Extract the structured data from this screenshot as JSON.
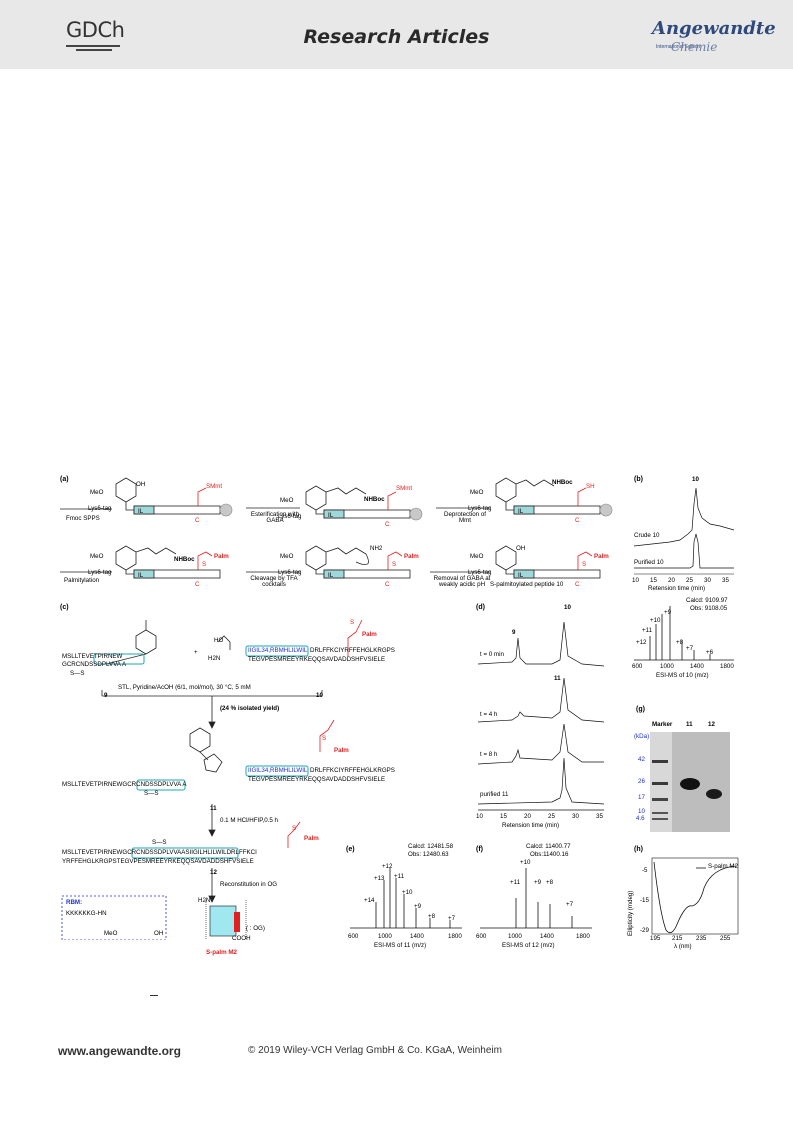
{
  "header": {
    "left_logo": "GDCh",
    "title": "Research Articles",
    "right_logo": "Angewandte",
    "right_logo_sub": "Chemie",
    "right_logo_edition": "International Edition"
  },
  "figure": {
    "panel_a": {
      "label": "(a)",
      "steps": [
        "Fmoc SPPS",
        "Esterification with GABA",
        "Deprotection of Mmt",
        "Palmitylation",
        "Cleavage by TFA cocktails",
        "Removal of GABA at weakly acidic pH"
      ],
      "product": "S-palmitoylated peptide 10",
      "groups": {
        "meo": "MeO",
        "oh": "OH",
        "lys": "Lys6-tag",
        "smmt": "SMmt",
        "sh": "SH",
        "nhboc": "NHBoc",
        "nh2": "NH2",
        "palm": "Palm",
        "s": "S",
        "il": "IL",
        "c": "C"
      }
    },
    "panel_b": {
      "label": "(b)",
      "peak_label": "10",
      "traces": [
        "Crude 10",
        "Purified 10"
      ],
      "xlabel": "Retension time (min)",
      "xticks": [
        "10",
        "15",
        "20",
        "25",
        "30",
        "35"
      ]
    },
    "panel_ms10": {
      "calcd": "Calcd: 9109.97",
      "obs": "Obs: 9108.05",
      "charges": [
        "+12",
        "+11",
        "+10",
        "+9",
        "+8",
        "+7",
        "+6"
      ],
      "xlabel": "ESI-MS of 10 (m/z)",
      "xticks": [
        "600",
        "1000",
        "1400",
        "1800"
      ]
    },
    "panel_c": {
      "label": "(c)",
      "seq9_line1": "MSLLTEVETPIRNEW",
      "seq9_line2": "GCRCNDSSDPLVVA A",
      "ss": "S—S",
      "seq10_ho": "HO",
      "seq10_h2n": "H2N",
      "seq10_box": "IIGIL34,RBMHLILWIL",
      "seq10_line1": "DRLFFKCIYRFFEHGLKRGPS",
      "seq10_line2": "TEGVPESMREEYRKEQQSAVDADDSHFVSIELE",
      "cmpd9": "9",
      "cmpd10": "10",
      "plus": "+",
      "conditions": "STL, Pyridine/AcOH (6/1, mol/mol), 30 °C, 5 mM",
      "yield": "(24 % isolated yield)",
      "seq11_line1": "TEGVPESMREEYRKEQQSAVDADDSHFVSIELE",
      "seq11_left": "MSLLTEVETPIRNEWGCRCNDSSDPLVVA A",
      "cmpd11": "11",
      "step2": "0.1 M HCl/HFIP,0.5 h",
      "seq12_line1": "MSLLTEVETPIRNEWGCRCNDSSDPLVVAASIIGILHLILWILDRLFFKCI",
      "seq12_line2": "YRFFEHGLKRGPSTEGVPESMREEYRKEQQSAVDADDSHFVSIELE",
      "cmpd12": "12",
      "step3": "Reconstitution in OG",
      "rbm_title": "RBM:",
      "rbm_seq": "KKKKKKG-HN",
      "og_legend": "( : OG)",
      "cooh": "COOH",
      "product_name": "S-palm M2"
    },
    "panel_d": {
      "label": "(d)",
      "peak9": "9",
      "peak10": "10",
      "peak11": "11",
      "traces": [
        "t = 0 min",
        "t = 4 h",
        "t = 8 h",
        "purified 11"
      ],
      "xlabel": "Retension time (min)",
      "xticks": [
        "10",
        "15",
        "20",
        "25",
        "30",
        "35"
      ]
    },
    "panel_e": {
      "label": "(e)",
      "calcd": "Calcd: 12481.58",
      "obs": "Obs: 12480.63",
      "charges": [
        "+14",
        "+13",
        "+12",
        "+11",
        "+10",
        "+9",
        "+8",
        "+7"
      ],
      "xlabel": "ESI-MS of 11 (m/z)",
      "xticks": [
        "600",
        "1000",
        "1400",
        "1800"
      ]
    },
    "panel_f": {
      "label": "(f)",
      "calcd": "Calcd: 11400.77",
      "obs": "Obs:11400.16",
      "charges": [
        "+11",
        "+10",
        "+9",
        "+8",
        "+7"
      ],
      "xlabel": "ESI-MS of 12 (m/z)",
      "xticks": [
        "600",
        "1000",
        "1400",
        "1800"
      ]
    },
    "panel_g": {
      "label": "(g)",
      "lanes": [
        "Marker",
        "11",
        "12"
      ],
      "unit": "(kDa)",
      "marker_values": [
        "42",
        "26",
        "17",
        "10",
        "4.6"
      ]
    },
    "panel_h": {
      "label": "(h)",
      "legend": "S-palm M2",
      "ylabel": "Ellipticity (mdeg)",
      "yticks": [
        "-5",
        "-15",
        "-29"
      ],
      "xlabel": "λ (nm)",
      "xticks": [
        "195",
        "215",
        "235",
        "255"
      ]
    }
  },
  "footer": {
    "url": "www.angewandte.org",
    "copyright": "© 2019 Wiley-VCH Verlag GmbH & Co. KGaA, Weinheim"
  }
}
